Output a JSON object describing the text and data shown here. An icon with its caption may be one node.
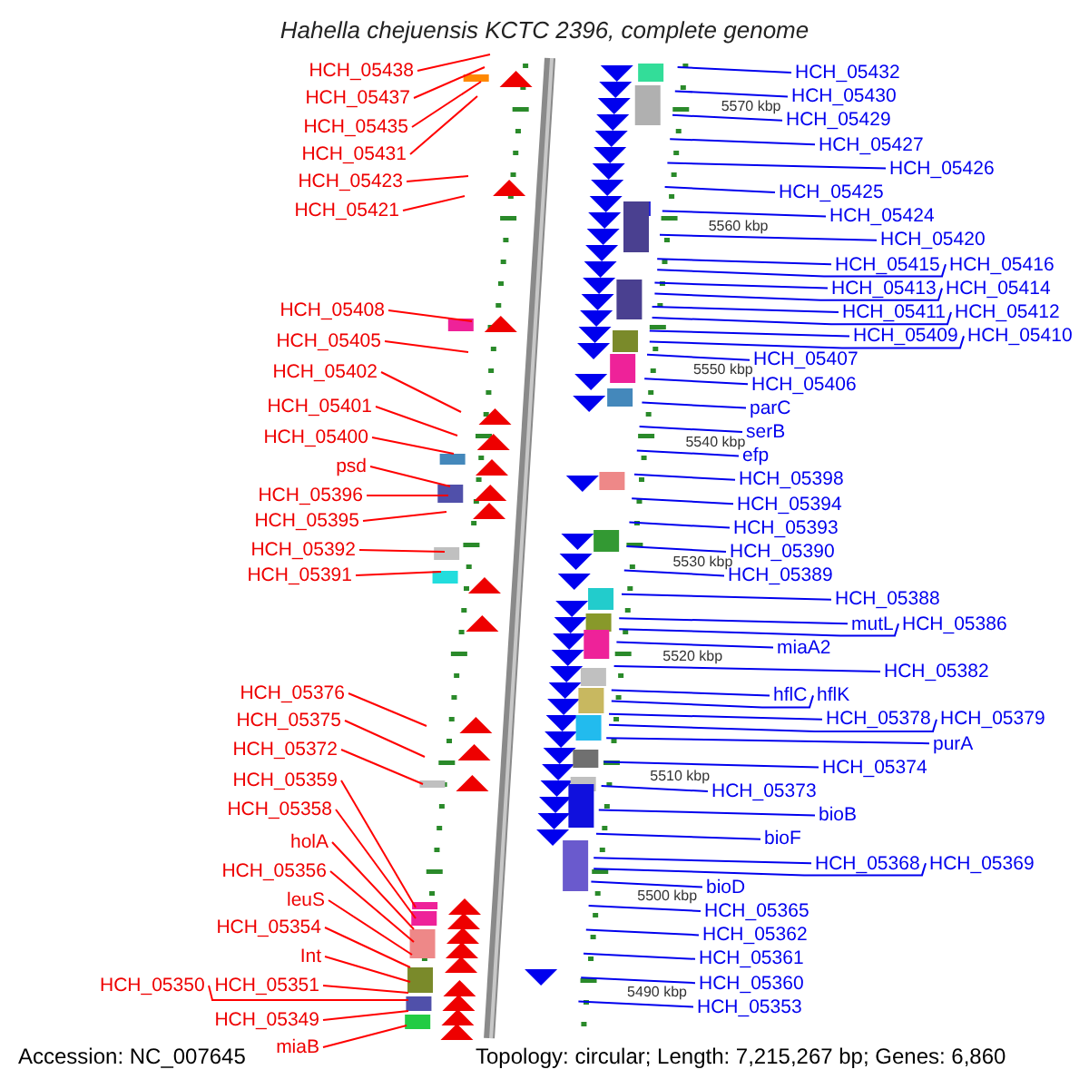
{
  "diagram": {
    "title": "Hahella chejuensis KCTC 2396, complete genome",
    "nodes": [
      {
        "text": [
          "HCH_05438"
        ]
      },
      {
        "text": [
          "HCH_05437"
        ]
      },
      {
        "text": [
          "HCH_05435"
        ]
      },
      {
        "text": [
          "HCH_05431"
        ]
      },
      {
        "text": [
          "HCH_05423"
        ]
      },
      {
        "text": [
          "HCH_05421"
        ]
      },
      {
        "text": [
          "HCH_05408"
        ]
      },
      {
        "text": [
          "HCH_05405"
        ]
      },
      {
        "text": [
          "HCH_05402"
        ]
      },
      {
        "text": [
          "HCH_05401"
        ]
      },
      {
        "text": [
          "HCH_05400"
        ]
      },
      {
        "text": [
          "psd"
        ]
      },
      {
        "text": [
          "HCH_05396"
        ]
      },
      {
        "text": [
          "HCH_05395"
        ]
      },
      {
        "text": [
          "HCH_05392"
        ]
      },
      {
        "text": [
          "HCH_05391"
        ]
      },
      {
        "text": [
          "HCH_05376"
        ]
      },
      {
        "text": [
          "HCH_05375"
        ]
      },
      {
        "text": [
          "HCH_05372"
        ]
      },
      {
        "text": [
          "HCH_05359"
        ]
      },
      {
        "text": [
          "HCH_05358"
        ]
      },
      {
        "text": [
          "holA"
        ]
      },
      {
        "text": [
          "HCH_05356"
        ]
      },
      {
        "text": [
          "leuS"
        ]
      },
      {
        "text": [
          "HCH_05354"
        ]
      },
      {
        "text": [
          "Int"
        ]
      },
      {
        "text": [
          "HCH_05350"
        ]
      },
      {
        "text": [
          "HCH_05351"
        ]
      },
      {
        "text": [
          "HCH_05349"
        ]
      },
      {
        "text": [
          "miaB"
        ]
      },
      {
        "text": [
          "HCH_05432"
        ]
      },
      {
        "text": [
          "HCH_05430"
        ]
      },
      {
        "text": [
          "HCH_05429"
        ]
      },
      {
        "text": [
          "HCH_05427"
        ]
      },
      {
        "text": [
          "HCH_05426"
        ]
      },
      {
        "text": [
          "HCH_05425"
        ]
      },
      {
        "text": [
          "HCH_05424"
        ]
      },
      {
        "text": [
          "HCH_05420"
        ]
      },
      {
        "text": [
          "HCH_05415"
        ]
      },
      {
        "text": [
          "HCH_05416"
        ]
      },
      {
        "text": [
          "HCH_05413"
        ]
      },
      {
        "text": [
          "HCH_05414"
        ]
      },
      {
        "text": [
          "HCH_05411"
        ]
      },
      {
        "text": [
          "HCH_05412"
        ]
      },
      {
        "text": [
          "HCH_05409"
        ]
      },
      {
        "text": [
          "HCH_05410"
        ]
      },
      {
        "text": [
          "HCH_05407"
        ]
      },
      {
        "text": [
          "HCH_05406"
        ]
      },
      {
        "text": [
          "parC"
        ]
      },
      {
        "text": [
          "serB"
        ]
      },
      {
        "text": [
          "efp"
        ]
      },
      {
        "text": [
          "HCH_05398"
        ]
      },
      {
        "text": [
          "HCH_05394"
        ]
      },
      {
        "text": [
          "HCH_05393"
        ]
      },
      {
        "text": [
          "HCH_05390"
        ]
      },
      {
        "text": [
          "HCH_05389"
        ]
      },
      {
        "text": [
          "HCH_05388"
        ]
      },
      {
        "text": [
          "mutL"
        ]
      },
      {
        "text": [
          "HCH_05386"
        ]
      },
      {
        "text": [
          "miaA2"
        ]
      },
      {
        "text": [
          "HCH_05382"
        ]
      },
      {
        "text": [
          "hflC"
        ]
      },
      {
        "text": [
          "hflK"
        ]
      },
      {
        "text": [
          "HCH_05378"
        ]
      },
      {
        "text": [
          "HCH_05379"
        ]
      },
      {
        "text": [
          "purA"
        ]
      },
      {
        "text": [
          "HCH_05374"
        ]
      },
      {
        "text": [
          "HCH_05373"
        ]
      },
      {
        "text": [
          "bioB"
        ]
      },
      {
        "text": [
          "bioF"
        ]
      },
      {
        "text": [
          "HCH_05368"
        ]
      },
      {
        "text": [
          "HCH_05369"
        ]
      },
      {
        "text": [
          "bioD"
        ]
      },
      {
        "text": [
          "HCH_05365"
        ]
      },
      {
        "text": [
          "HCH_05362"
        ]
      },
      {
        "text": [
          "HCH_05361"
        ]
      },
      {
        "text": [
          "HCH_05360"
        ]
      },
      {
        "text": [
          "HCH_05353"
        ]
      }
    ],
    "edges": [
      {
        "from": 0,
        "to": null,
        "arrow": "none",
        "color": "#ff0000"
      },
      {
        "from": 1,
        "to": null,
        "arrow": "none",
        "color": "#ff0000"
      },
      {
        "from": 2,
        "to": null,
        "arrow": "none",
        "color": "#ff0000"
      },
      {
        "from": 3,
        "to": null,
        "arrow": "none",
        "color": "#ff0000"
      },
      {
        "from": 4,
        "to": null,
        "arrow": "none",
        "color": "#ff0000"
      },
      {
        "from": 5,
        "to": null,
        "arrow": "none",
        "color": "#ff0000"
      },
      {
        "from": 6,
        "to": null,
        "arrow": "none",
        "color": "#ff0000"
      },
      {
        "from": 7,
        "to": null,
        "arrow": "none",
        "color": "#ff0000"
      },
      {
        "from": 8,
        "to": null,
        "arrow": "none",
        "color": "#ff0000"
      },
      {
        "from": 9,
        "to": null,
        "arrow": "none",
        "color": "#ff0000"
      },
      {
        "from": 10,
        "to": null,
        "arrow": "none",
        "color": "#ff0000"
      },
      {
        "from": 11,
        "to": null,
        "arrow": "none",
        "color": "#ff0000"
      },
      {
        "from": 12,
        "to": null,
        "arrow": "none",
        "color": "#ff0000"
      },
      {
        "from": 13,
        "to": null,
        "arrow": "none",
        "color": "#ff0000"
      },
      {
        "from": 14,
        "to": null,
        "arrow": "none",
        "color": "#ff0000"
      },
      {
        "from": 15,
        "to": null,
        "arrow": "none",
        "color": "#ff0000"
      },
      {
        "from": 16,
        "to": null,
        "arrow": "none",
        "color": "#ff0000"
      },
      {
        "from": 17,
        "to": null,
        "arrow": "none",
        "color": "#ff0000"
      },
      {
        "from": 18,
        "to": null,
        "arrow": "none",
        "color": "#ff0000"
      },
      {
        "from": 19,
        "to": null,
        "arrow": "none",
        "color": "#ff0000"
      },
      {
        "from": 20,
        "to": null,
        "arrow": "none",
        "color": "#ff0000"
      },
      {
        "from": 21,
        "to": null,
        "arrow": "none",
        "color": "#ff0000"
      },
      {
        "from": 22,
        "to": null,
        "arrow": "none",
        "color": "#ff0000"
      },
      {
        "from": 23,
        "to": null,
        "arrow": "none",
        "color": "#ff0000"
      },
      {
        "from": 24,
        "to": null,
        "arrow": "none",
        "color": "#ff0000"
      },
      {
        "from": 25,
        "to": null,
        "arrow": "none",
        "color": "#ff0000"
      },
      {
        "from": 26,
        "to": null,
        "arrow": "none",
        "color": "#ff0000"
      },
      {
        "from": 27,
        "to": null,
        "arrow": "none",
        "color": "#ff0000"
      },
      {
        "from": 28,
        "to": null,
        "arrow": "none",
        "color": "#ff0000"
      },
      {
        "from": 29,
        "to": null,
        "arrow": "none",
        "color": "#ff0000"
      },
      {
        "from": 30,
        "to": null,
        "arrow": "none"
      },
      {
        "from": 31,
        "to": null,
        "arrow": "none"
      },
      {
        "from": 32,
        "to": null,
        "arrow": "none"
      },
      {
        "from": 33,
        "to": null,
        "arrow": "none"
      },
      {
        "from": 34,
        "to": null,
        "arrow": "none"
      },
      {
        "from": 35,
        "to": null,
        "arrow": "none"
      },
      {
        "from": 36,
        "to": null,
        "arrow": "none"
      },
      {
        "from": 37,
        "to": null,
        "arrow": "none"
      },
      {
        "from": 38,
        "to": null,
        "arrow": "none"
      },
      {
        "from": 39,
        "to": null,
        "arrow": "none"
      },
      {
        "from": 40,
        "to": null,
        "arrow": "none"
      },
      {
        "from": 41,
        "to": null,
        "arrow": "none"
      },
      {
        "from": 42,
        "to": null,
        "arrow": "none"
      },
      {
        "from": 43,
        "to": null,
        "arrow": "none"
      },
      {
        "from": 44,
        "to": null,
        "arrow": "none"
      },
      {
        "from": 45,
        "to": null,
        "arrow": "none"
      },
      {
        "from": 46,
        "to": null,
        "arrow": "none"
      },
      {
        "from": 47,
        "to": null,
        "arrow": "none"
      },
      {
        "from": 48,
        "to": null,
        "arrow": "none"
      },
      {
        "from": 49,
        "to": null,
        "arrow": "none"
      },
      {
        "from": 50,
        "to": null,
        "arrow": "none"
      },
      {
        "from": 51,
        "to": null,
        "arrow": "none"
      },
      {
        "from": 52,
        "to": null,
        "arrow": "none"
      },
      {
        "from": 53,
        "to": null,
        "arrow": "none"
      },
      {
        "from": 54,
        "to": null,
        "arrow": "none"
      },
      {
        "from": 55,
        "to": null,
        "arrow": "none"
      },
      {
        "from": 56,
        "to": null,
        "arrow": "none"
      },
      {
        "from": 57,
        "to": null,
        "arrow": "none"
      },
      {
        "from": 58,
        "to": null,
        "arrow": "none"
      },
      {
        "from": 59,
        "to": null,
        "arrow": "none"
      },
      {
        "from": 60,
        "to": null,
        "arrow": "none"
      },
      {
        "from": 61,
        "to": null,
        "arrow": "none"
      },
      {
        "from": 62,
        "to": null,
        "arrow": "none"
      },
      {
        "from": 63,
        "to": null,
        "arrow": "none"
      },
      {
        "from": 64,
        "to": null,
        "arrow": "none"
      },
      {
        "from": 65,
        "to": null,
        "arrow": "none"
      },
      {
        "from": 66,
        "to": null,
        "arrow": "none"
      },
      {
        "from": 67,
        "to": null,
        "arrow": "none"
      },
      {
        "from": 68,
        "to": null,
        "arrow": "none"
      },
      {
        "from": 69,
        "to": null,
        "arrow": "none"
      },
      {
        "from": 70,
        "to": null,
        "arrow": "none"
      },
      {
        "from": 71,
        "to": null,
        "arrow": "none"
      },
      {
        "from": 72,
        "to": null,
        "arrow": "none"
      },
      {
        "from": 73,
        "to": null,
        "arrow": "none"
      },
      {
        "from": 74,
        "to": null,
        "arrow": "none"
      },
      {
        "from": 75,
        "to": null,
        "arrow": "none"
      },
      {
        "from": 76,
        "to": null,
        "arrow": "none"
      },
      {
        "from": 77,
        "to": null,
        "arrow": "none"
      }
    ],
    "labels": [
      "5570 kbp",
      "5560 kbp",
      "5550 kbp",
      "5540 kbp",
      "5530 kbp",
      "5520 kbp",
      "5510 kbp",
      "5500 kbp",
      "5490 kbp",
      "Accession: NC_007645",
      "Topology: circular; Length: 7,215,267 bp; Genes: 6,860"
    ]
  }
}
